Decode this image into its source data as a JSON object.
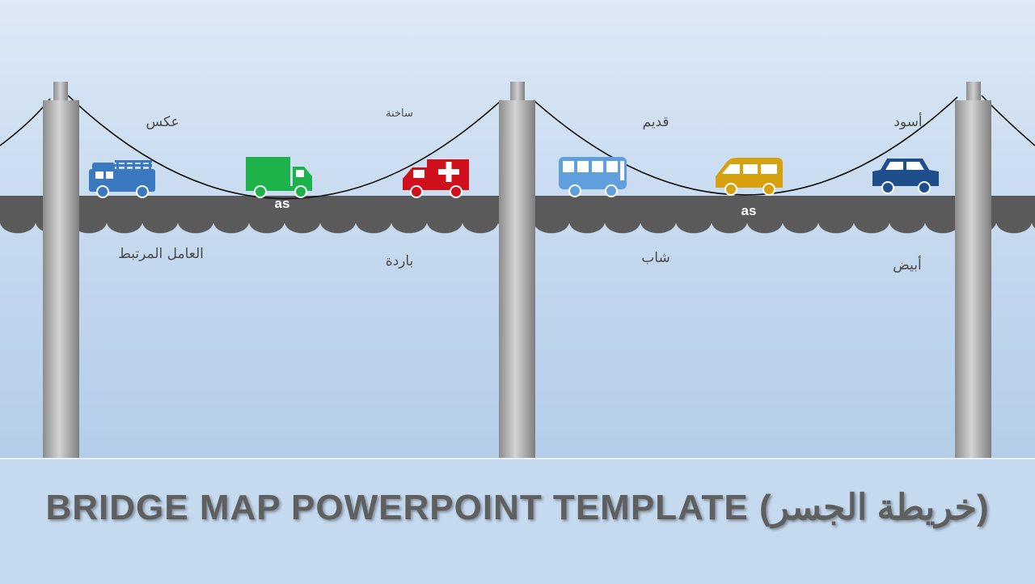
{
  "title": "BRIDGE MAP POWERPOINT TEMPLATE (خريطة الجسر)",
  "colors": {
    "deck": "#5a5a5a",
    "pillar": "#a9a9a9",
    "cable": "#111111",
    "title": "#5f5f5f"
  },
  "labels": {
    "top": [
      "عكس",
      "ساخنة",
      "قديم",
      "أسود"
    ],
    "bottom": [
      "العامل المرتبط",
      "باردة",
      "شاب",
      "أبيض"
    ]
  },
  "relating_factor": [
    "as",
    "as"
  ],
  "vehicles": [
    {
      "icon": "fire-truck-icon",
      "color": "#3a78c0"
    },
    {
      "icon": "box-truck-icon",
      "color": "#1db34a"
    },
    {
      "icon": "ambulance-icon",
      "color": "#d0111b"
    },
    {
      "icon": "bus-icon",
      "color": "#5fa0dc"
    },
    {
      "icon": "van-icon",
      "color": "#d6a00e"
    },
    {
      "icon": "suv-icon",
      "color": "#1e4f8c"
    }
  ]
}
